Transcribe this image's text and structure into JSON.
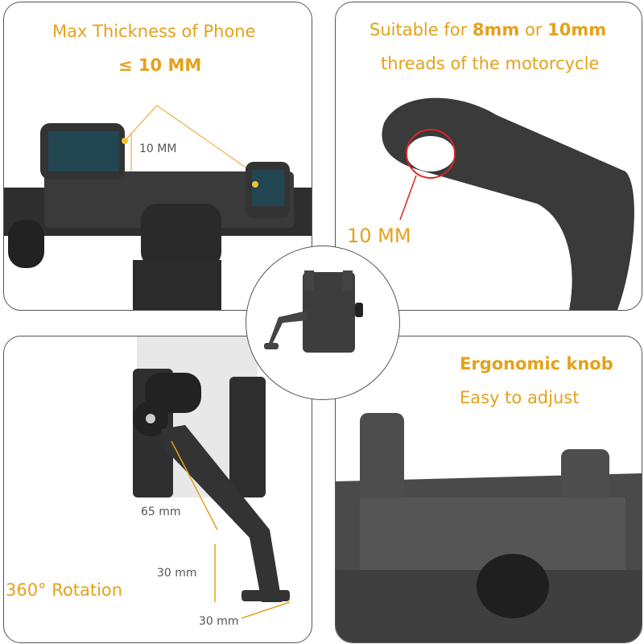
{
  "panels": {
    "thickness": {
      "title": "Max Thickness of Phone",
      "value": "≤ 10 MM",
      "dimension": "10 MM"
    },
    "threads": {
      "prefix": "Suitable for ",
      "size1": "8mm",
      "or": " or ",
      "size2": "10mm",
      "line2": "threads of the motorcycle",
      "dimension": "10 MM"
    },
    "rotation": {
      "title": "360° Rotation",
      "dim1": "65 mm",
      "dim2": "30 mm",
      "dim3": "30 mm"
    },
    "knob": {
      "title": "Ergonomic knob",
      "subtitle": "Easy to adjust"
    }
  },
  "colors": {
    "accent": "#e4a11b",
    "product": "#3a3a3a",
    "highlight": "#d9262a"
  }
}
